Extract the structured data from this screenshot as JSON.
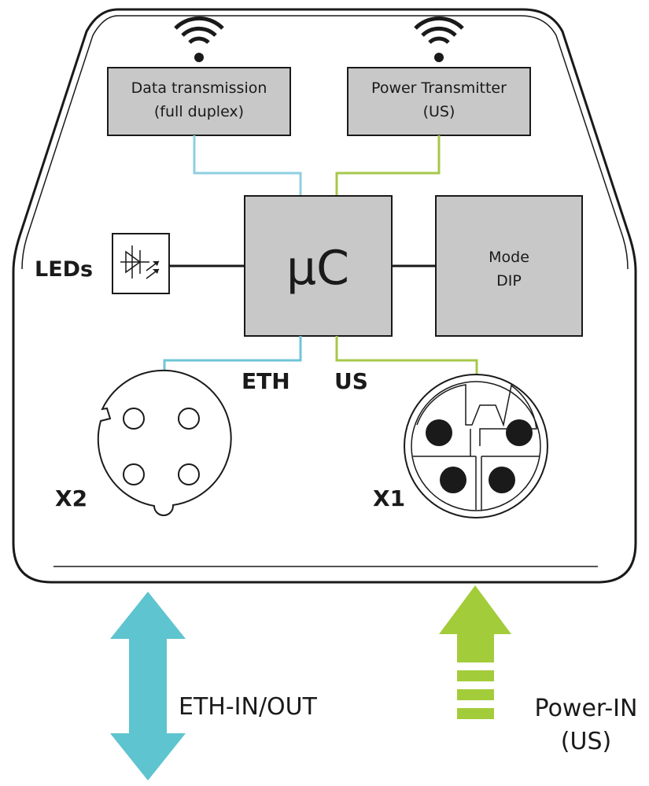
{
  "blocks": {
    "data_tx_line1": "Data transmission",
    "data_tx_line2": "(full duplex)",
    "power_tx_line1": "Power Transmitter",
    "power_tx_line2": "(US)",
    "mcu": "μC",
    "mode_line1": "Mode",
    "mode_line2": "DIP"
  },
  "labels": {
    "leds": "LEDs",
    "eth": "ETH",
    "us": "US",
    "x2": "X2",
    "x1": "X1",
    "eth_arrow": "ETH-IN/OUT",
    "power_line1": "Power-IN",
    "power_line2": "(US)"
  },
  "colors": {
    "block_fill": "#c8c8c8",
    "eth_line": "#8fcfe0",
    "eth_arrow": "#5ec4cf",
    "power_line": "#a6c84a",
    "power_arrow": "#a3cc3a",
    "outline": "#1a1a1a"
  },
  "icons": [
    "wifi-icon",
    "wifi-icon",
    "led-diode-icon",
    "m12-female-connector-icon",
    "m12-male-connector-icon"
  ]
}
